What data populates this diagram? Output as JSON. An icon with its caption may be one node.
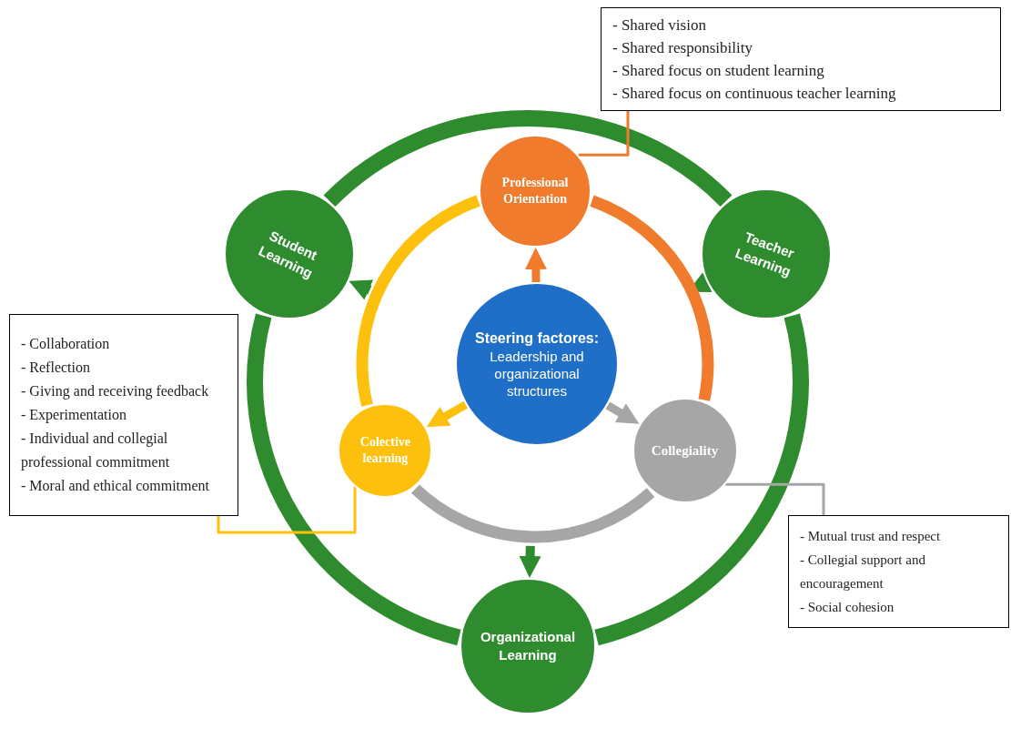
{
  "diagram": {
    "nodes": [
      {
        "text": [
          "- Shared vision",
          "- Shared responsibility",
          "- Shared focus on student learning",
          "- Shared focus on continuous teacher learning"
        ]
      },
      {
        "text": [
          "Professional Orientation"
        ]
      },
      {
        "text": [
          "Student Learning"
        ]
      },
      {
        "text": [
          "Teacher Learning"
        ]
      },
      {
        "text": [
          "Steering factores:",
          "Leadership and organizational structures"
        ]
      },
      {
        "text": [
          "- Collaboration",
          "- Reflection",
          "- Giving and receiving feedback",
          "- Experimentation",
          "- Individual and collegial professional commitment",
          "- Moral and ethical commitment"
        ]
      },
      {
        "text": [
          "Colective learning"
        ]
      },
      {
        "text": [
          "Collegiality"
        ]
      },
      {
        "text": [
          "- Mutual trust and respect",
          "- Collegial support and encouragement",
          "- Social cohesion"
        ]
      },
      {
        "text": [
          "Organizational Learning"
        ]
      }
    ],
    "edges": [
      {
        "from": 4,
        "to": 1,
        "arrow": "to",
        "color": "#f07b2c"
      },
      {
        "from": 4,
        "to": 6,
        "arrow": "to",
        "color": "#fdc10d"
      },
      {
        "from": 4,
        "to": 7,
        "arrow": "to",
        "color": "#a6a6a6"
      },
      {
        "from": null,
        "to": 2,
        "arrow": "to"
      },
      {
        "from": null,
        "to": 3,
        "arrow": "to"
      },
      {
        "from": null,
        "to": 9,
        "arrow": "to"
      },
      {
        "from": 2,
        "to": 3,
        "arrow": "none",
        "style": "thick"
      },
      {
        "from": 3,
        "to": 9,
        "arrow": "none",
        "style": "thick"
      },
      {
        "from": 9,
        "to": 2,
        "arrow": "none",
        "style": "thick"
      },
      {
        "from": 1,
        "to": 7,
        "arrow": "none",
        "color": "#f07b2c"
      },
      {
        "from": 7,
        "to": 6,
        "arrow": "none",
        "color": "#a6a6a6"
      },
      {
        "from": 6,
        "to": 1,
        "arrow": "none",
        "color": "#fdc10d"
      },
      {
        "from": 1,
        "to": 0,
        "arrow": "none",
        "color": "#f07b2c"
      },
      {
        "from": 7,
        "to": 8,
        "arrow": "none",
        "color": "#a6a6a6"
      },
      {
        "from": 6,
        "to": 5,
        "arrow": "none",
        "color": "#fdc10d"
      }
    ]
  }
}
